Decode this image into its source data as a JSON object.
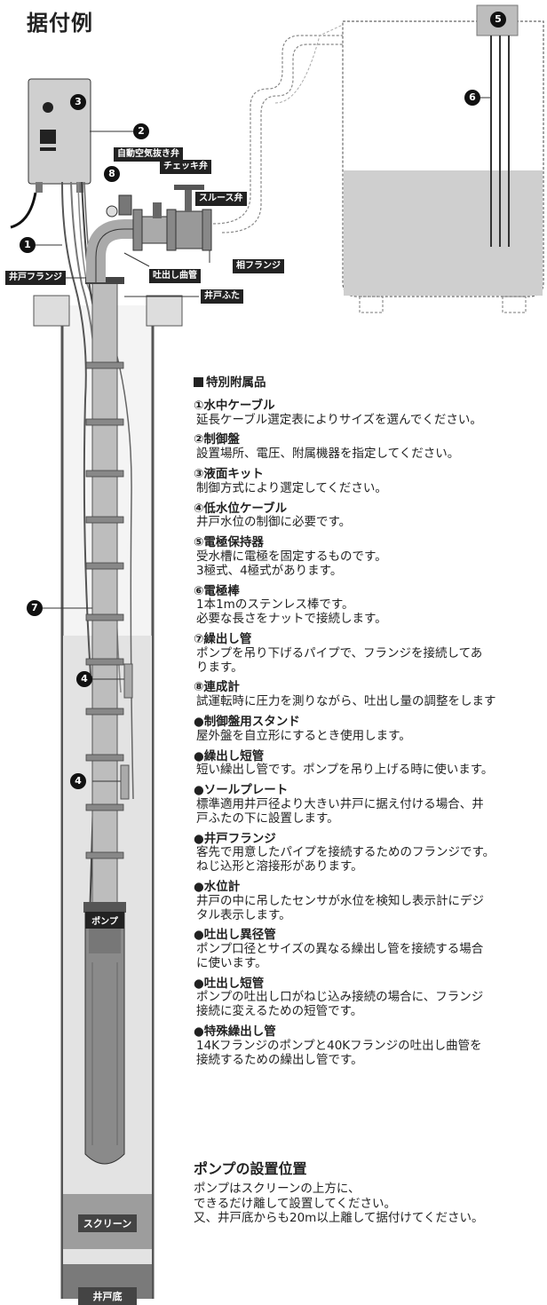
{
  "title": "据付例",
  "labels": {
    "auto_air_valve": "自動空気抜き弁",
    "check_valve": "チェッキ弁",
    "sluice_valve": "スルース弁",
    "mating_flange": "相フランジ",
    "discharge_elbow": "吐出し曲管",
    "well_flange": "井戸フランジ",
    "well_cover": "井戸ふた",
    "pump": "ポンプ",
    "screen": "スクリーン",
    "well_bottom": "井戸底"
  },
  "markers": {
    "m1": "1",
    "m2": "2",
    "m3": "3",
    "m4a": "4",
    "m4b": "4",
    "m5": "5",
    "m6": "6",
    "m7": "7",
    "m8": "8"
  },
  "legend": {
    "heading": "特別附属品",
    "items": [
      {
        "title": "①水中ケーブル",
        "desc": "延長ケーブル選定表によりサイズを選んでください。"
      },
      {
        "title": "②制御盤",
        "desc": "設置場所、電圧、附属機器を指定してください。"
      },
      {
        "title": "③液面キット",
        "desc": "制御方式により選定してください。"
      },
      {
        "title": "④低水位ケーブル",
        "desc": "井戸水位の制御に必要です。"
      },
      {
        "title": "⑤電極保持器",
        "desc": "受水槽に電極を固定するものです。\n3極式、4極式があります。"
      },
      {
        "title": "⑥電極棒",
        "desc": "1本1mのステンレス棒です。\n必要な長さをナットで接続します。"
      },
      {
        "title": "⑦繰出し管",
        "desc": "ポンプを吊り下げるパイプで、フランジを接続してあ\nります。"
      },
      {
        "title": "⑧連成計",
        "desc": "試運転時に圧力を測りながら、吐出し量の調整をします"
      },
      {
        "title": "●制御盤用スタンド",
        "desc": "屋外盤を自立形にするとき使用します。"
      },
      {
        "title": "●繰出し短管",
        "desc": "短い繰出し管です。ポンプを吊り上げる時に使います。"
      },
      {
        "title": "●ソールプレート",
        "desc": "標準適用井戸径より大きい井戸に据え付ける場合、井\n戸ふたの下に設置します。"
      },
      {
        "title": "●井戸フランジ",
        "desc": "客先で用意したパイプを接続するためのフランジです。\nねじ込形と溶接形があります。"
      },
      {
        "title": "●水位計",
        "desc": "井戸の中に吊したセンサが水位を検知し表示計にデジ\nタル表示します。"
      },
      {
        "title": "●吐出し異径管",
        "desc": "ポンプ口径とサイズの異なる繰出し管を接続する場合\nに使います。"
      },
      {
        "title": "●吐出し短管",
        "desc": "ポンプの吐出し口がねじ込み接続の場合に、フランジ\n接続に変えるための短管です。"
      },
      {
        "title": "●特殊繰出し管",
        "desc": "14Kフランジのポンプと40Kフランジの吐出し曲管を\n接続するための繰出し管です。"
      }
    ]
  },
  "install": {
    "title": "ポンプの設置位置",
    "body": "ポンプはスクリーンの上方に、\nできるだけ離して設置してください。\n又、井戸底からも20m以上離して据付けてください。"
  }
}
